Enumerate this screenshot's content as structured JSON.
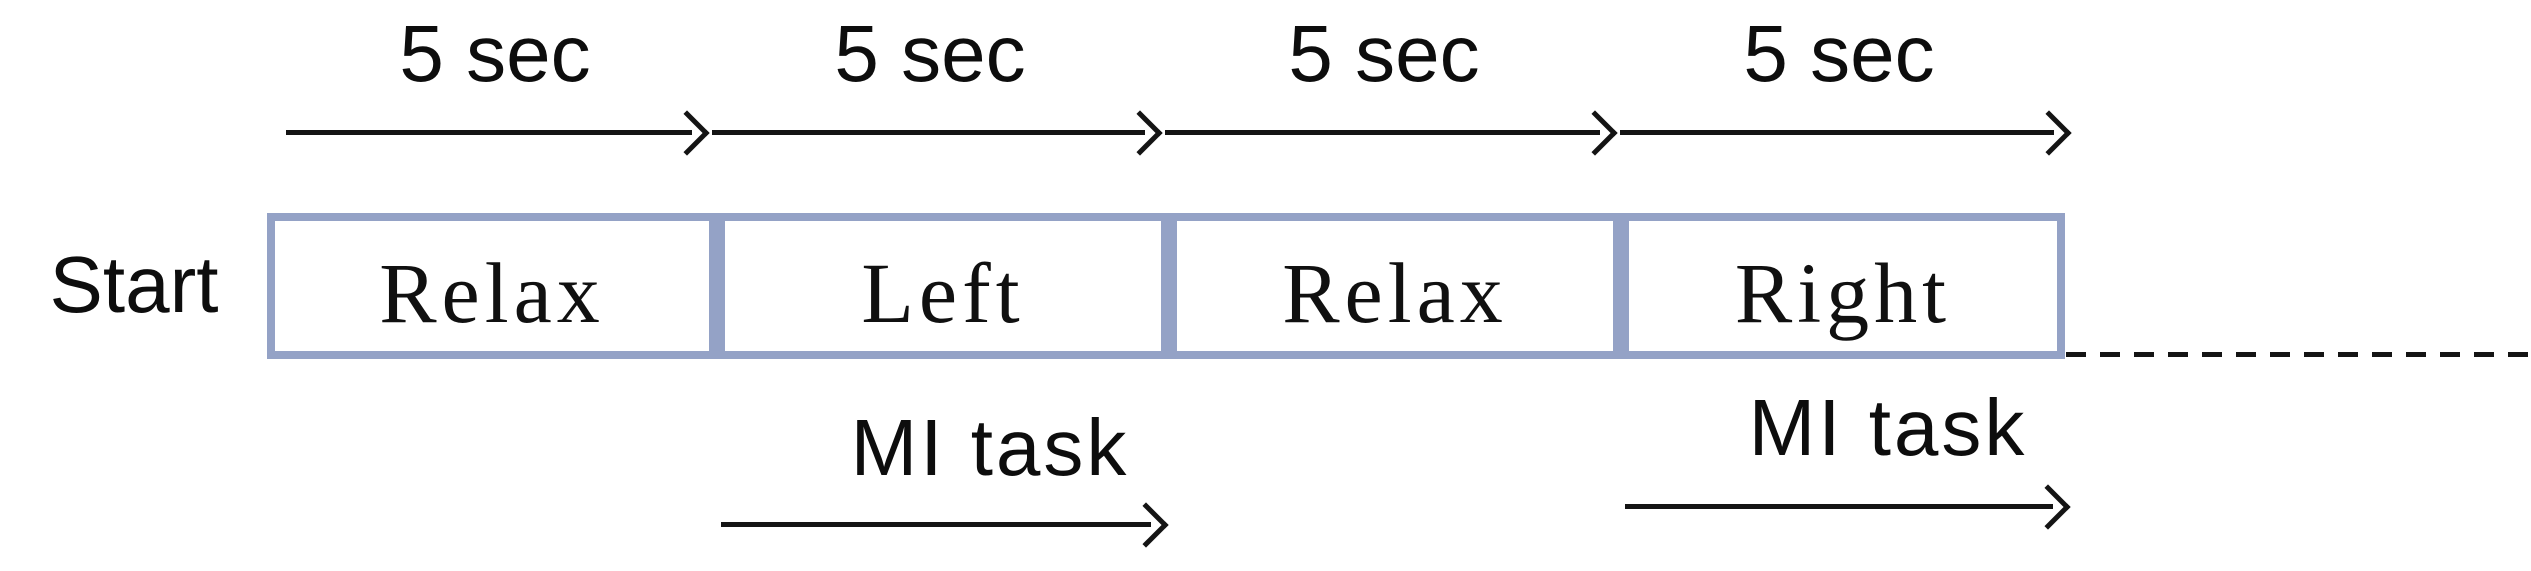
{
  "diagram": {
    "start_label": "Start",
    "segments": [
      {
        "duration": "5 sec",
        "box_label": "Relax"
      },
      {
        "duration": "5 sec",
        "box_label": "Left"
      },
      {
        "duration": "5 sec",
        "box_label": "Relax"
      },
      {
        "duration": "5 sec",
        "box_label": "Right"
      }
    ],
    "mi_tasks": [
      {
        "label": "MI task",
        "under_box": "Left"
      },
      {
        "label": "MI task",
        "under_box": "Right"
      }
    ],
    "continuation": {
      "style": "dashed-line"
    },
    "colors": {
      "box_border": "#94a2c6",
      "line": "#141414",
      "text": "#0d0d0d",
      "background": "#ffffff"
    }
  }
}
